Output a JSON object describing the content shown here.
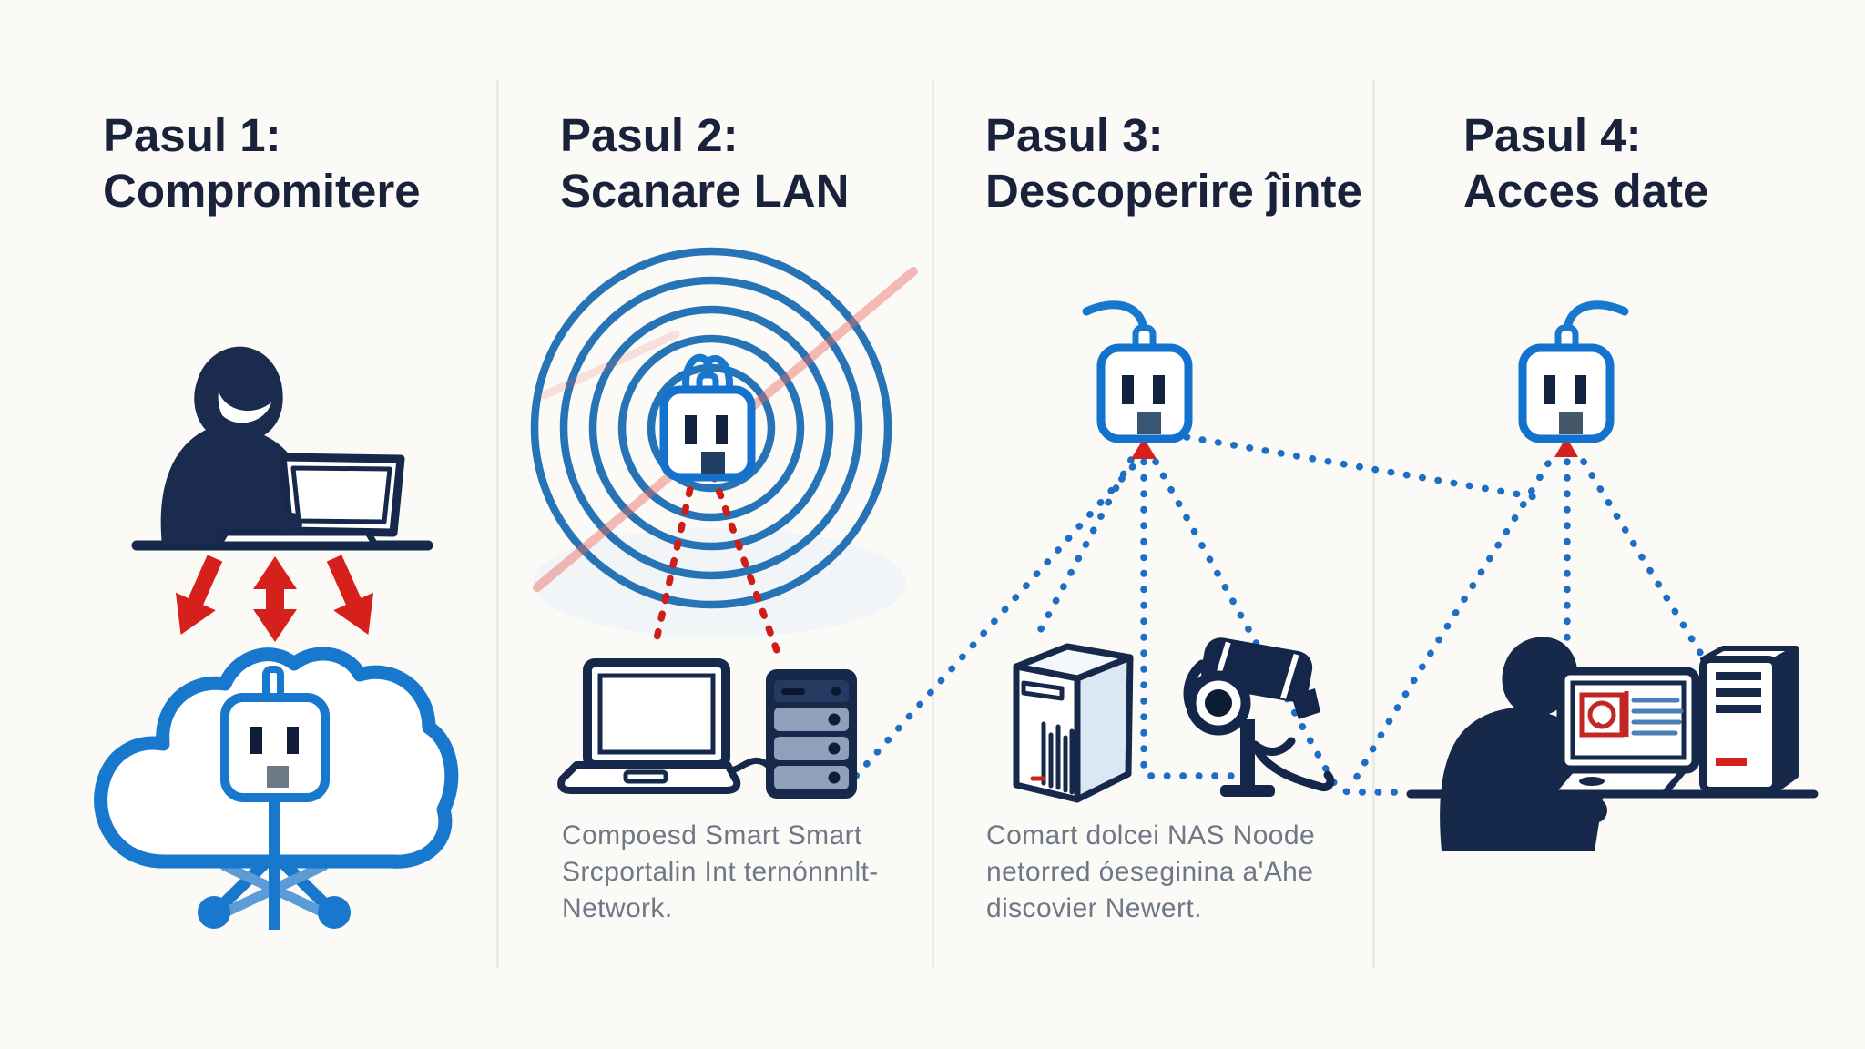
{
  "page": {
    "background": "#fbfaf7",
    "divider_color": "#eceae6"
  },
  "colors": {
    "heading": "#19223a",
    "navy": "#16294b",
    "blue": "#1878cd",
    "red": "#d6201c",
    "caption_gray": "#6e7887"
  },
  "panels": [
    {
      "title_line1": "Pasul 1:",
      "title_line2": "Compromitere",
      "caption_lines": []
    },
    {
      "title_line1": "Pasul 2:",
      "title_line2": "Scanare LAN",
      "caption_lines": [
        "Compoesd Smart Smart",
        "Srcportalin Int ternónnnlt-",
        "Network."
      ]
    },
    {
      "title_line1": "Pasul 3:",
      "title_line2": "Descoperire ĵinte",
      "caption_lines": [
        "Comart dolcei NAS Noode",
        "netorred óeseginina a'Ahe",
        "discovier Newert."
      ]
    },
    {
      "title_line1": "Pasul 4:",
      "title_line2": "Acces date",
      "caption_lines": []
    }
  ],
  "icons": {
    "panel1": [
      "hacker-laptop-icon",
      "attack-arrows-icon",
      "cloud-smart-plug-network-icon"
    ],
    "panel2": [
      "radar-scan-icon",
      "smart-plug-icon",
      "laptop-icon",
      "server-icon"
    ],
    "panel3": [
      "smart-plug-cord-icon",
      "nas-tower-icon",
      "cctv-camera-icon"
    ],
    "panel4": [
      "smart-plug-cord-icon",
      "analyst-workstation-icon",
      "desktop-tower-icon"
    ]
  }
}
